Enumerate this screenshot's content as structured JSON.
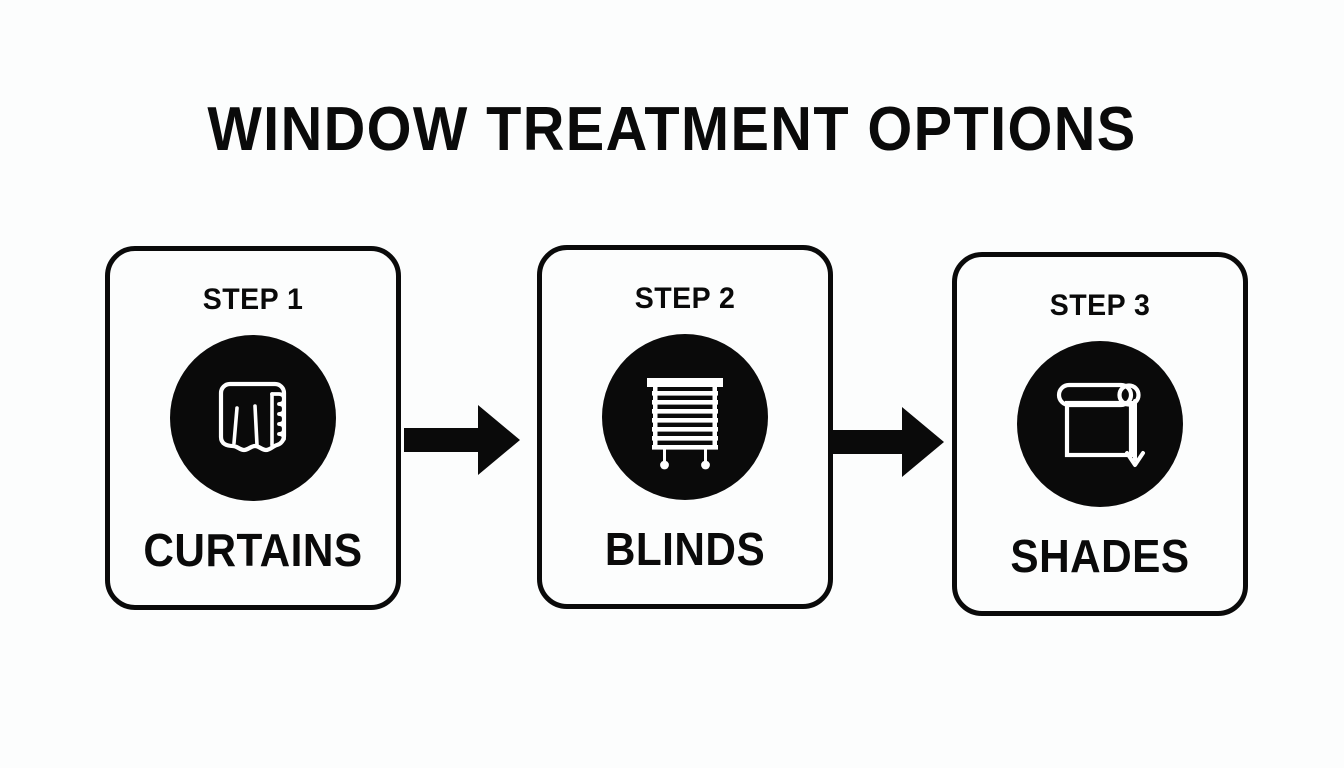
{
  "page": {
    "title": "WINDOW TREATMENT OPTIONS",
    "background_color": "#fcfdfd",
    "ink_color": "#0a0a0a"
  },
  "flow": {
    "steps": [
      {
        "step_label": "STEP 1",
        "name": "CURTAINS",
        "icon": "curtain-icon"
      },
      {
        "step_label": "STEP 2",
        "name": "BLINDS",
        "icon": "blinds-icon"
      },
      {
        "step_label": "STEP 3",
        "name": "SHADES",
        "icon": "roller-shade-icon"
      }
    ],
    "connectors": [
      {
        "icon": "arrow-right-icon"
      },
      {
        "icon": "arrow-right-icon"
      }
    ]
  }
}
